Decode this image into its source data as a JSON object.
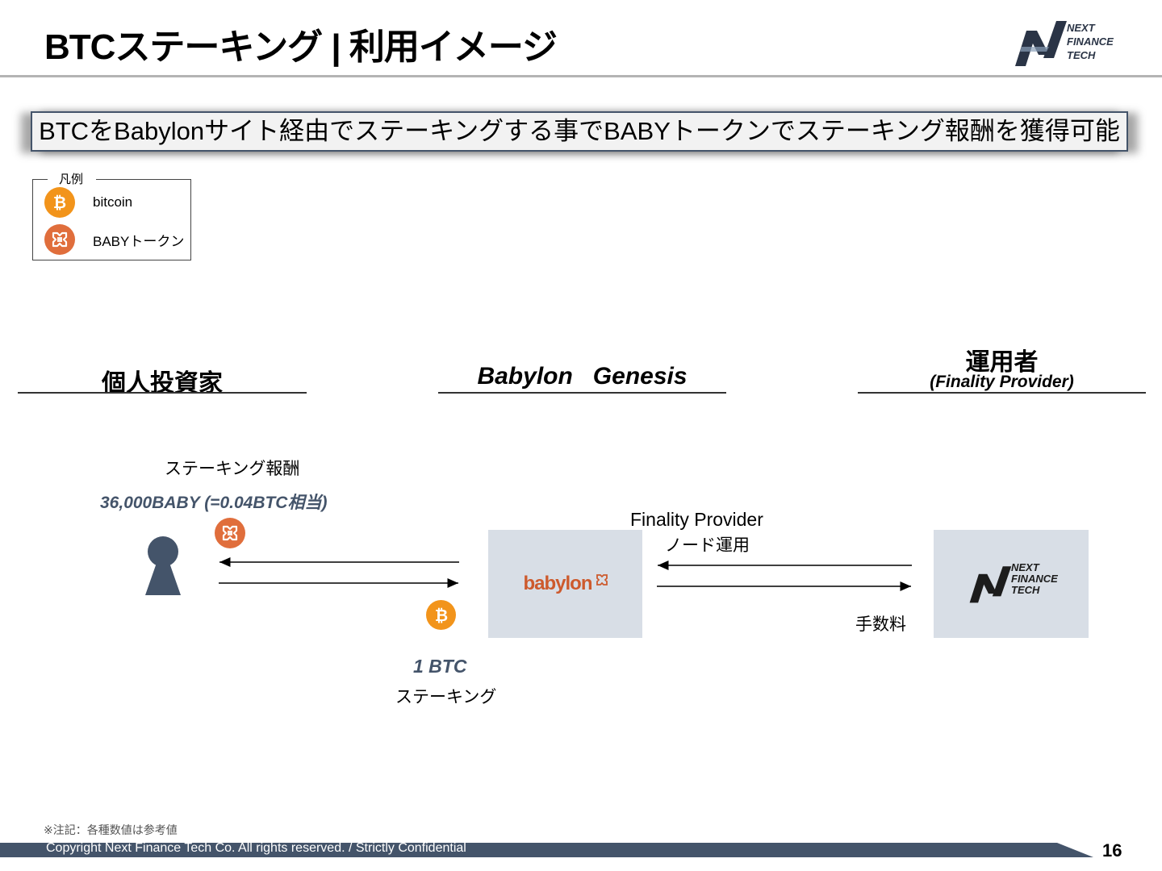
{
  "slide": {
    "title": "BTCステーキング | 利用イメージ",
    "banner": "BTCをBabylonサイト経由でステーキングする事でBABYトークンでステーキング報酬を獲得可能",
    "logo_lines": [
      "NEXT",
      "FINANCE",
      "TECH"
    ]
  },
  "legend": {
    "title": "凡例",
    "items": [
      {
        "icon": "bitcoin-icon",
        "label": "bitcoin"
      },
      {
        "icon": "baby-token-icon",
        "label": "BABYトークン"
      }
    ]
  },
  "columns": {
    "investor": "個人投資家",
    "babylon": "Babylon   Genesis",
    "operator_line1": "運用者",
    "operator_line2": "(Finality Provider)"
  },
  "flow": {
    "reward_label": "ステーキング報酬",
    "reward_amount": "36,000BABY (=0.04BTC相当)",
    "stake_amount": "1 BTC",
    "stake_label": "ステーキング",
    "fp_label": "Finality Provider",
    "node_label": "ノード運用",
    "fee_label": "手数料",
    "babylon_wordmark": "babylon"
  },
  "footer": {
    "note": "※注記：各種数値は参考値",
    "copyright": "Copyright Next Finance Tech Co. All rights reserved. / Strictly Confidential",
    "page_number": "16"
  },
  "colors": {
    "navy": "#44546a",
    "btc_orange": "#f2941b",
    "baby_orange": "#e06e3c",
    "box_gray": "#d8dee6"
  }
}
